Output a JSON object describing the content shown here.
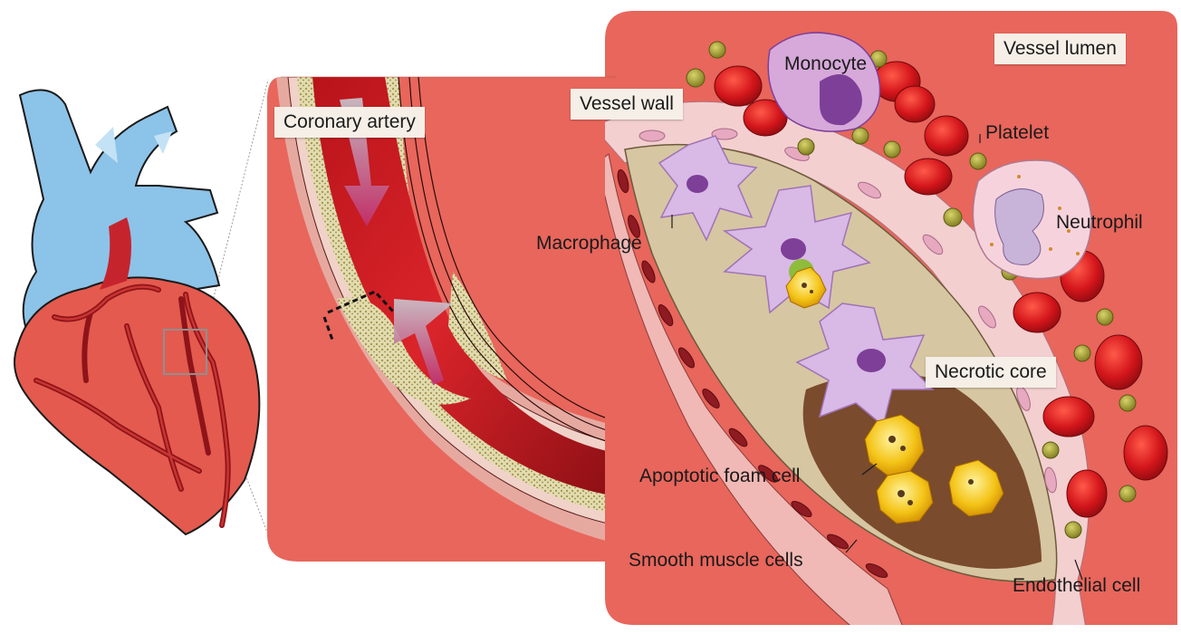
{
  "labels": {
    "coronary_artery": "Coronary artery",
    "vessel_wall": "Vessel wall",
    "vessel_lumen": "Vessel lumen",
    "monocyte": "Monocyte",
    "platelet": "Platelet",
    "neutrophil": "Neutrophil",
    "macrophage": "Macrophage",
    "necrotic_core": "Necrotic core",
    "apoptotic_foam_cell": "Apoptotic foam cell",
    "smooth_muscle_cells": "Smooth muscle cells",
    "endothelial_cell": "Endothelial cell"
  },
  "colors": {
    "background_tissue": "#e8665c",
    "vein_blue": "#8cc3e8",
    "artery_red": "#c6242c",
    "plaque": "#d7c6a2",
    "necrotic": "#7a4b2c",
    "macrophage": "#d9b9e6",
    "nucleus": "#7e3f98",
    "rbc": "#d4161b",
    "platelet": "#a8a32c",
    "foam_yellow": "#f4c417"
  },
  "icons": [
    "heart-illustration",
    "coronary-artery-cross-section",
    "plaque-detail-panel"
  ]
}
